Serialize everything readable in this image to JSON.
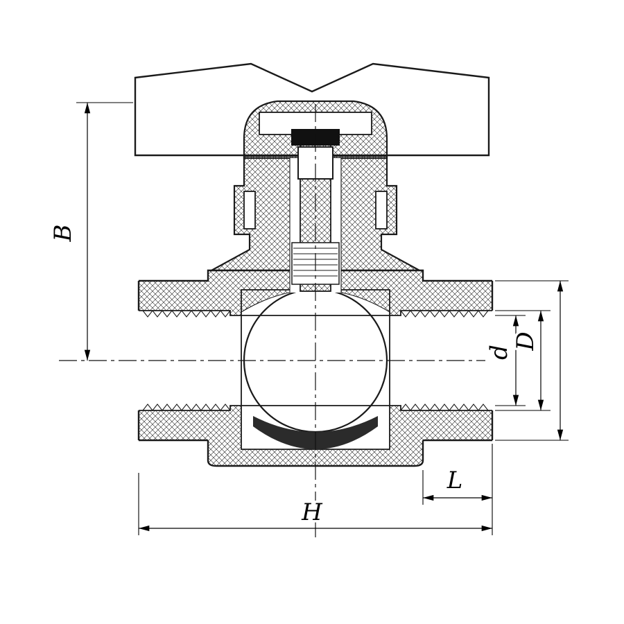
{
  "drawing": {
    "type": "technical-drawing",
    "subject": "PPR ball valve with butterfly handle, sectional view with dimensions",
    "labels": {
      "B": "B",
      "d": "d",
      "D": "D",
      "L": "L",
      "H": "H"
    },
    "colors": {
      "line": "#1a1a1a",
      "background": "#ffffff",
      "dark_fill": "#2b2b2b"
    }
  }
}
